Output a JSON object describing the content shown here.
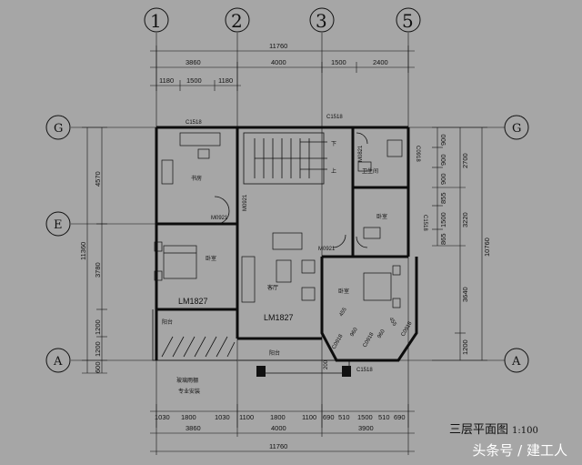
{
  "axes": {
    "top": [
      "1",
      "2",
      "3",
      "5"
    ],
    "left": [
      "G",
      "E",
      "A"
    ],
    "right": [
      "G",
      "A"
    ]
  },
  "dims_top": {
    "total": "11760",
    "row2": [
      "3860",
      "4000",
      "1500",
      "2400"
    ],
    "row3": [
      "1180",
      "1500",
      "1180"
    ]
  },
  "dims_bottom": {
    "row1": [
      "1030",
      "1800",
      "1030",
      "1100",
      "1800",
      "1100",
      "690",
      "510",
      "1500",
      "510",
      "690"
    ],
    "row2": [
      "3860",
      "4000",
      "3900"
    ],
    "total": "11760"
  },
  "dims_left": {
    "total": "11360",
    "row": [
      "4570",
      "3780",
      "1200",
      "1200",
      "600"
    ]
  },
  "dims_right": {
    "total": "10760",
    "outer": [
      "2700",
      "3220",
      "3640",
      "1200"
    ],
    "inner": [
      "900",
      "900",
      "900",
      "855",
      "1500",
      "865"
    ]
  },
  "labels": {
    "window_c1518_a": "C1518",
    "window_c1518_b": "C1518",
    "window_c1518_c": "C1518",
    "window_c1518_d": "C1518",
    "window_c0918_a": "C0918",
    "window_c0918_b": "C0918",
    "door_m0921_a": "M0921",
    "door_m0921_b": "M0921",
    "door_m0921_c": "M0921",
    "door_m0821": "M0821",
    "door_lm1827_a": "LM1827",
    "door_lm1827_b": "LM1827",
    "room_study": "书房",
    "room_bedroom_a": "卧室",
    "room_bedroom_b": "卧室",
    "room_bedroom_c": "卧室",
    "room_living": "客厅",
    "room_bath": "卫生间",
    "room_balcony_a": "阳台",
    "room_balcony_b": "阳台",
    "stair_down": "下",
    "stair_up": "上",
    "bay_dim_a": "455",
    "bay_dim_b": "455",
    "bay_dim_c": "960",
    "bay_dim_d": "960",
    "bay_dim_e": "C0918",
    "bay_dim_f": "C0918",
    "dim_200": "200",
    "note_1": "玻璃雨棚",
    "note_2": "专业安装"
  },
  "title": {
    "main": "三层平面图",
    "scale": "1:100"
  },
  "watermark": "头条号 / 建工人"
}
